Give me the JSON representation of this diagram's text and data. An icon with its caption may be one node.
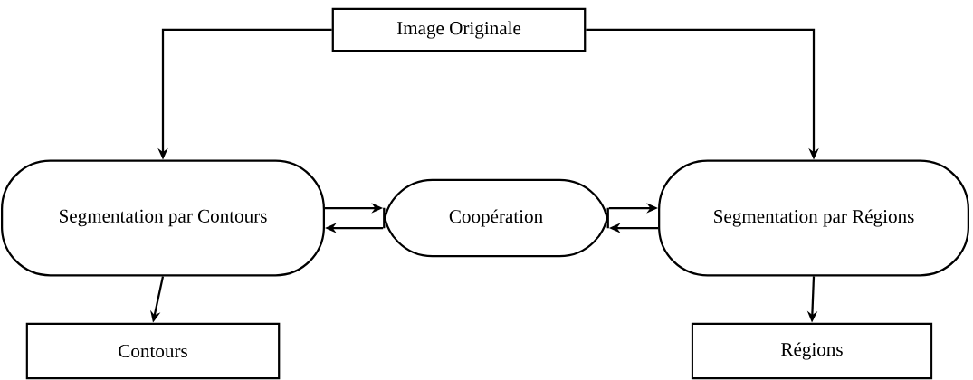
{
  "diagram": {
    "nodes": [
      {
        "text": [
          "Image Originale"
        ]
      },
      {
        "text": [
          "Segmentation par Contours"
        ]
      },
      {
        "text": [
          "Coopération"
        ]
      },
      {
        "text": [
          "Segmentation par Régions"
        ]
      },
      {
        "text": [
          "Contours"
        ]
      },
      {
        "text": [
          "Régions"
        ]
      }
    ],
    "edges": [
      {
        "from": 0,
        "to": 1,
        "arrow": "to"
      },
      {
        "from": 0,
        "to": 3,
        "arrow": "to"
      },
      {
        "from": 1,
        "to": 2,
        "arrow": "to"
      },
      {
        "from": 2,
        "to": 1,
        "arrow": "to"
      },
      {
        "from": 3,
        "to": 2,
        "arrow": "to"
      },
      {
        "from": 2,
        "to": 3,
        "arrow": "to"
      },
      {
        "from": 1,
        "to": 4,
        "arrow": "to"
      },
      {
        "from": 3,
        "to": 5,
        "arrow": "to"
      }
    ]
  }
}
